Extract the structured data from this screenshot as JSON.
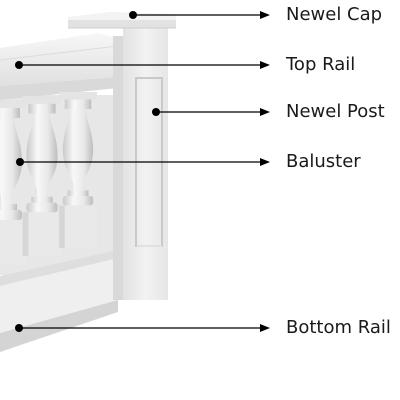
{
  "labels": {
    "newel_cap": "Newel Cap",
    "top_rail": "Top Rail",
    "newel_post": "Newel Post",
    "baluster": "Baluster",
    "bottom_rail": "Bottom Rail"
  },
  "colors": {
    "background": "#ffffff",
    "stone": "#ededed",
    "stone_shade": "#d2d2d2",
    "stone_highlight": "#f9f9f9",
    "line": "#000000",
    "text": "#1a1a1a"
  }
}
